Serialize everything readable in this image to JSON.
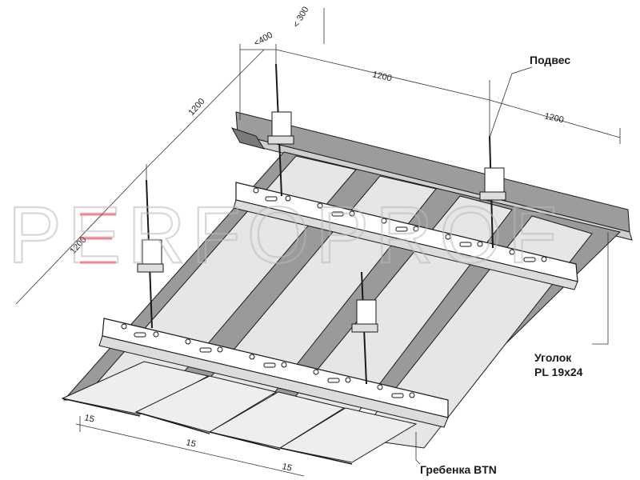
{
  "watermark": {
    "text": "PERFOPROF",
    "colors": {
      "main": "#b9b9b9",
      "accent": "#e8243a"
    }
  },
  "labels": {
    "hanger": "Подвес",
    "angle_line1": "Уголок",
    "angle_line2": "PL 19x24",
    "comb": "Гребенка BTN"
  },
  "dimensions": {
    "lt400": "<400",
    "lt300": "< 300",
    "top_1200_a": "1200",
    "top_1200_b": "1200",
    "left_1200_a": "1200",
    "left_1200_b": "1200",
    "gap_1": "15",
    "gap_2": "15",
    "gap_3": "15"
  },
  "colors": {
    "panel_light": "#e4e4e4",
    "panel_dark": "#9a9a9a",
    "line": "#1a1a1a",
    "angle": "#8a8a8a"
  }
}
